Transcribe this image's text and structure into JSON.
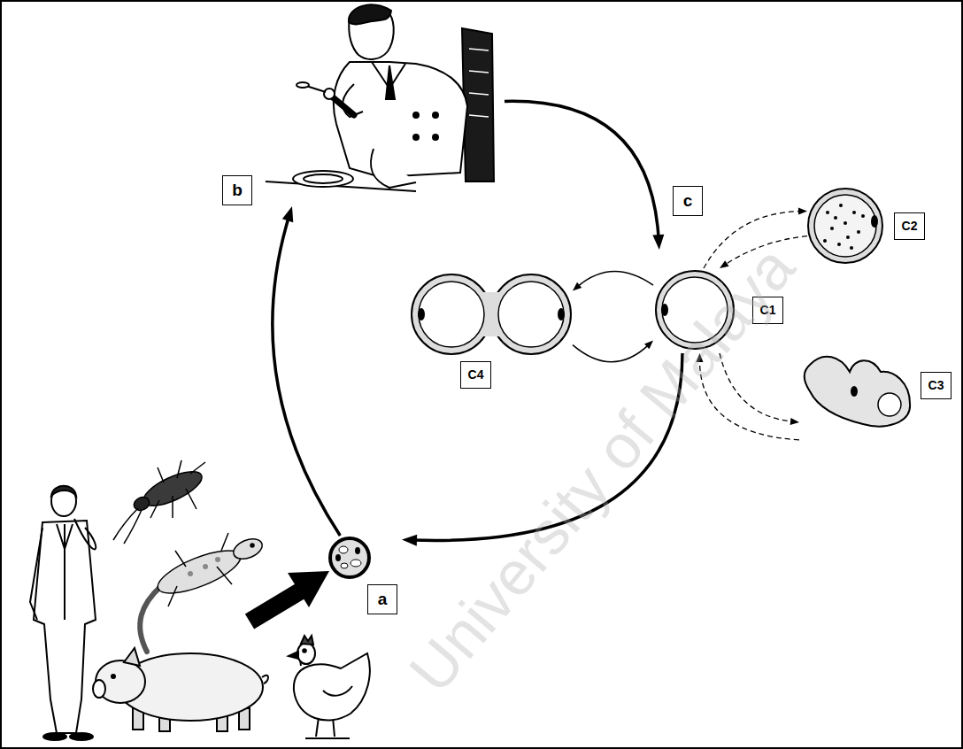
{
  "diagram": {
    "nodes": [
      {
        "text": [
          "b"
        ]
      },
      {
        "text": [
          "c"
        ]
      },
      {
        "text": [
          "C2"
        ]
      },
      {
        "text": [
          "C4"
        ]
      },
      {
        "text": [
          "C1"
        ]
      },
      {
        "text": [
          "C3"
        ]
      },
      {
        "text": [
          "a"
        ]
      }
    ],
    "edges": [
      {
        "from": 6,
        "to": 0,
        "arrow": "to"
      },
      {
        "from": 0,
        "to": 1,
        "arrow": "to"
      },
      {
        "from": 4,
        "to": 3,
        "arrow": "to"
      },
      {
        "from": 3,
        "to": 4,
        "arrow": "to"
      },
      {
        "from": 4,
        "to": 2,
        "arrow": "to"
      },
      {
        "from": 2,
        "to": 4,
        "arrow": "to"
      },
      {
        "from": 4,
        "to": 5,
        "arrow": "to"
      },
      {
        "from": 5,
        "to": 4,
        "arrow": "to"
      },
      {
        "from": 4,
        "to": 6,
        "arrow": "to"
      }
    ],
    "labels": [
      "University of Malaya"
    ]
  }
}
